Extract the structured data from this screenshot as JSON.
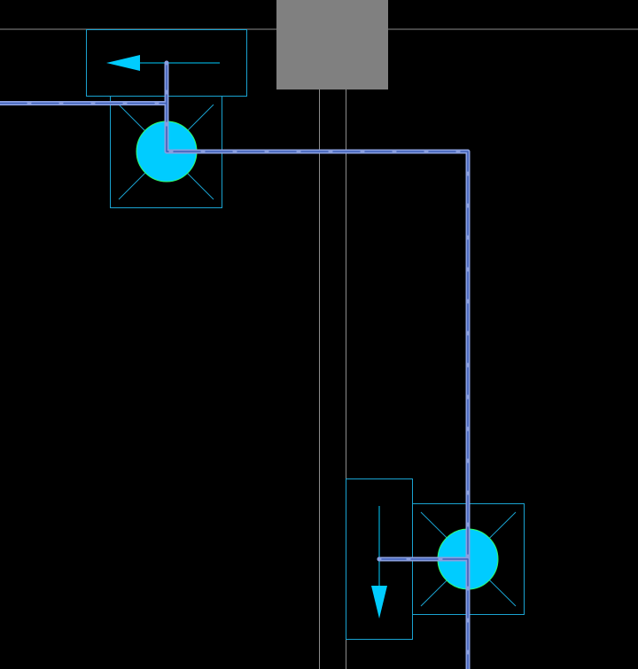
{
  "drawing": {
    "background_color": "#000000",
    "colors": {
      "grid_line": "#8c8c8c",
      "column_block": "#808080",
      "equipment_outline": "#1aa3d1",
      "fan_fill": "#00ccff",
      "fan_outline": "#33ff66",
      "airflow_arrow": "#00ccff",
      "duct_outer": "#8a9fe0",
      "duct_inner": "#3c5fb8"
    },
    "elements": {
      "reference_grid": {
        "icon": "thin-gray-line"
      },
      "structural_column": {
        "icon": "gray-rectangle"
      },
      "ventilation_units": [
        {
          "icon": "fan-box-with-diagonal-cross",
          "airflow_direction": "left",
          "arrow_icon": "left-arrow-triangle"
        },
        {
          "icon": "fan-box-with-diagonal-cross",
          "airflow_direction": "down",
          "arrow_icon": "down-arrow-triangle"
        }
      ],
      "duct": {
        "icon": "double-line-duct",
        "style": "double-line"
      }
    }
  }
}
